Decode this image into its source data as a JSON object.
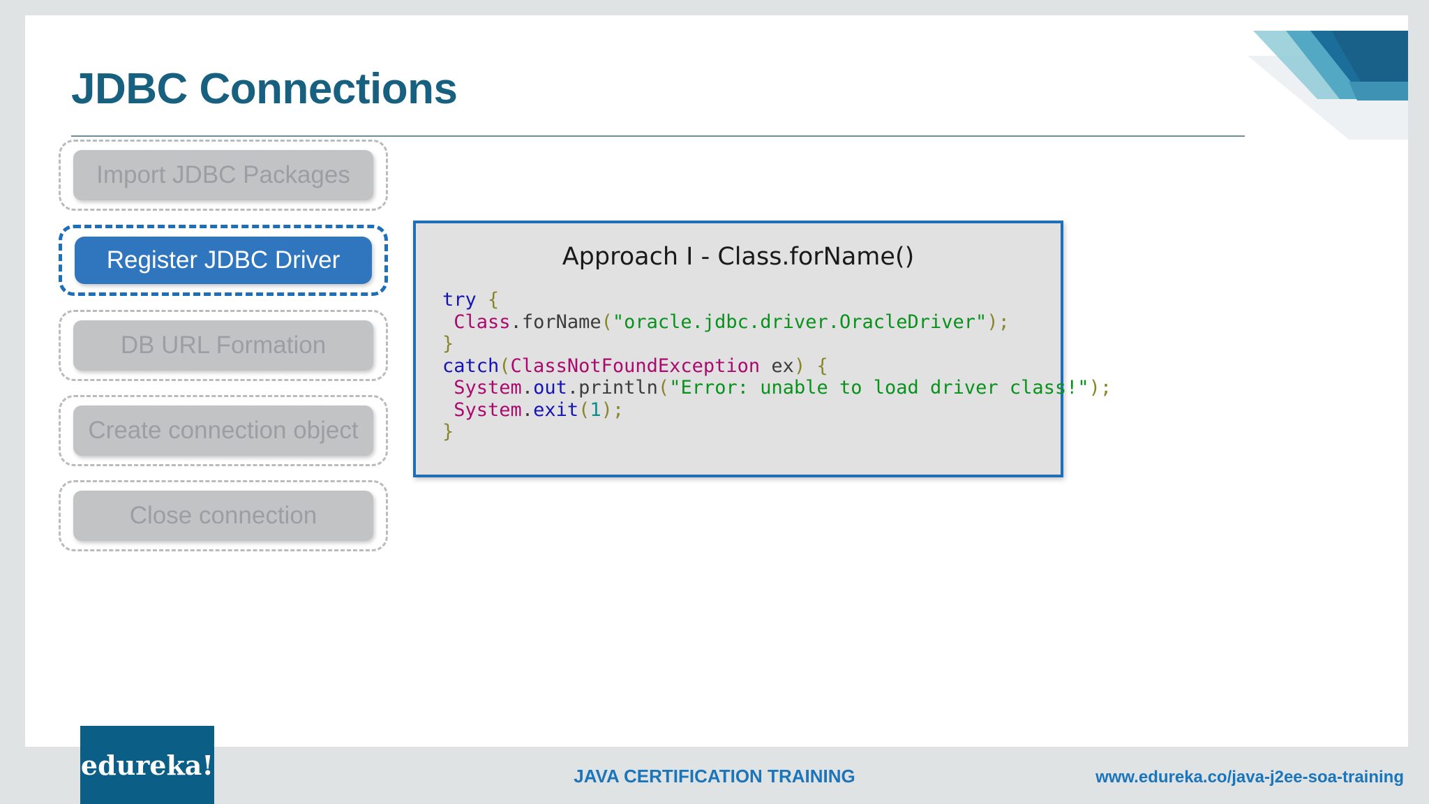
{
  "slide": {
    "title": "JDBC Connections"
  },
  "steps": [
    {
      "label": "Import JDBC Packages",
      "active": false
    },
    {
      "label": "Register JDBC Driver",
      "active": true
    },
    {
      "label": "DB URL Formation",
      "active": false
    },
    {
      "label": "Create connection object",
      "active": false
    },
    {
      "label": "Close connection",
      "active": false
    }
  ],
  "code_panel": {
    "heading": "Approach I - Class.forName()",
    "lines": [
      [
        {
          "t": "try",
          "c": "kw"
        },
        {
          "t": " ",
          "c": "pl"
        },
        {
          "t": "{",
          "c": "pn"
        }
      ],
      [
        {
          "t": " ",
          "c": "pl"
        },
        {
          "t": "Class",
          "c": "cls"
        },
        {
          "t": ".",
          "c": "pl"
        },
        {
          "t": "forName",
          "c": "fn"
        },
        {
          "t": "(",
          "c": "pn"
        },
        {
          "t": "\"oracle.jdbc.driver.OracleDriver\"",
          "c": "str"
        },
        {
          "t": ")",
          "c": "pn"
        },
        {
          "t": ";",
          "c": "pn"
        }
      ],
      [
        {
          "t": "}",
          "c": "pn"
        }
      ],
      [
        {
          "t": "catch",
          "c": "kw"
        },
        {
          "t": "(",
          "c": "pn"
        },
        {
          "t": "ClassNotFoundException",
          "c": "cls"
        },
        {
          "t": " ex",
          "c": "pl"
        },
        {
          "t": ")",
          "c": "pn"
        },
        {
          "t": " ",
          "c": "pl"
        },
        {
          "t": "{",
          "c": "pn"
        }
      ],
      [
        {
          "t": " ",
          "c": "pl"
        },
        {
          "t": "System",
          "c": "cls"
        },
        {
          "t": ".",
          "c": "pl"
        },
        {
          "t": "out",
          "c": "kw"
        },
        {
          "t": ".",
          "c": "pl"
        },
        {
          "t": "println",
          "c": "fn"
        },
        {
          "t": "(",
          "c": "pn"
        },
        {
          "t": "\"Error: unable to load driver class!\"",
          "c": "str"
        },
        {
          "t": ")",
          "c": "pn"
        },
        {
          "t": ";",
          "c": "pn"
        }
      ],
      [
        {
          "t": " ",
          "c": "pl"
        },
        {
          "t": "System",
          "c": "cls"
        },
        {
          "t": ".",
          "c": "pl"
        },
        {
          "t": "exit",
          "c": "kw"
        },
        {
          "t": "(",
          "c": "pn"
        },
        {
          "t": "1",
          "c": "num"
        },
        {
          "t": ")",
          "c": "pn"
        },
        {
          "t": ";",
          "c": "pn"
        }
      ],
      [
        {
          "t": "}",
          "c": "pn"
        }
      ]
    ]
  },
  "footer": {
    "logo": "edureka!",
    "center": "JAVA CERTIFICATION TRAINING",
    "url": "www.edureka.co/java-j2ee-soa-training"
  },
  "colors": {
    "title": "#18607f",
    "accent_blue": "#1f6fb8",
    "active_chip": "#2f76bf",
    "inactive_chip": "#c2c3c4",
    "footer_blue": "#1b75bb",
    "logo_bg": "#0b5e85",
    "code_bg": "#e1e1e1",
    "slide_bg": "#dfe3e3"
  }
}
